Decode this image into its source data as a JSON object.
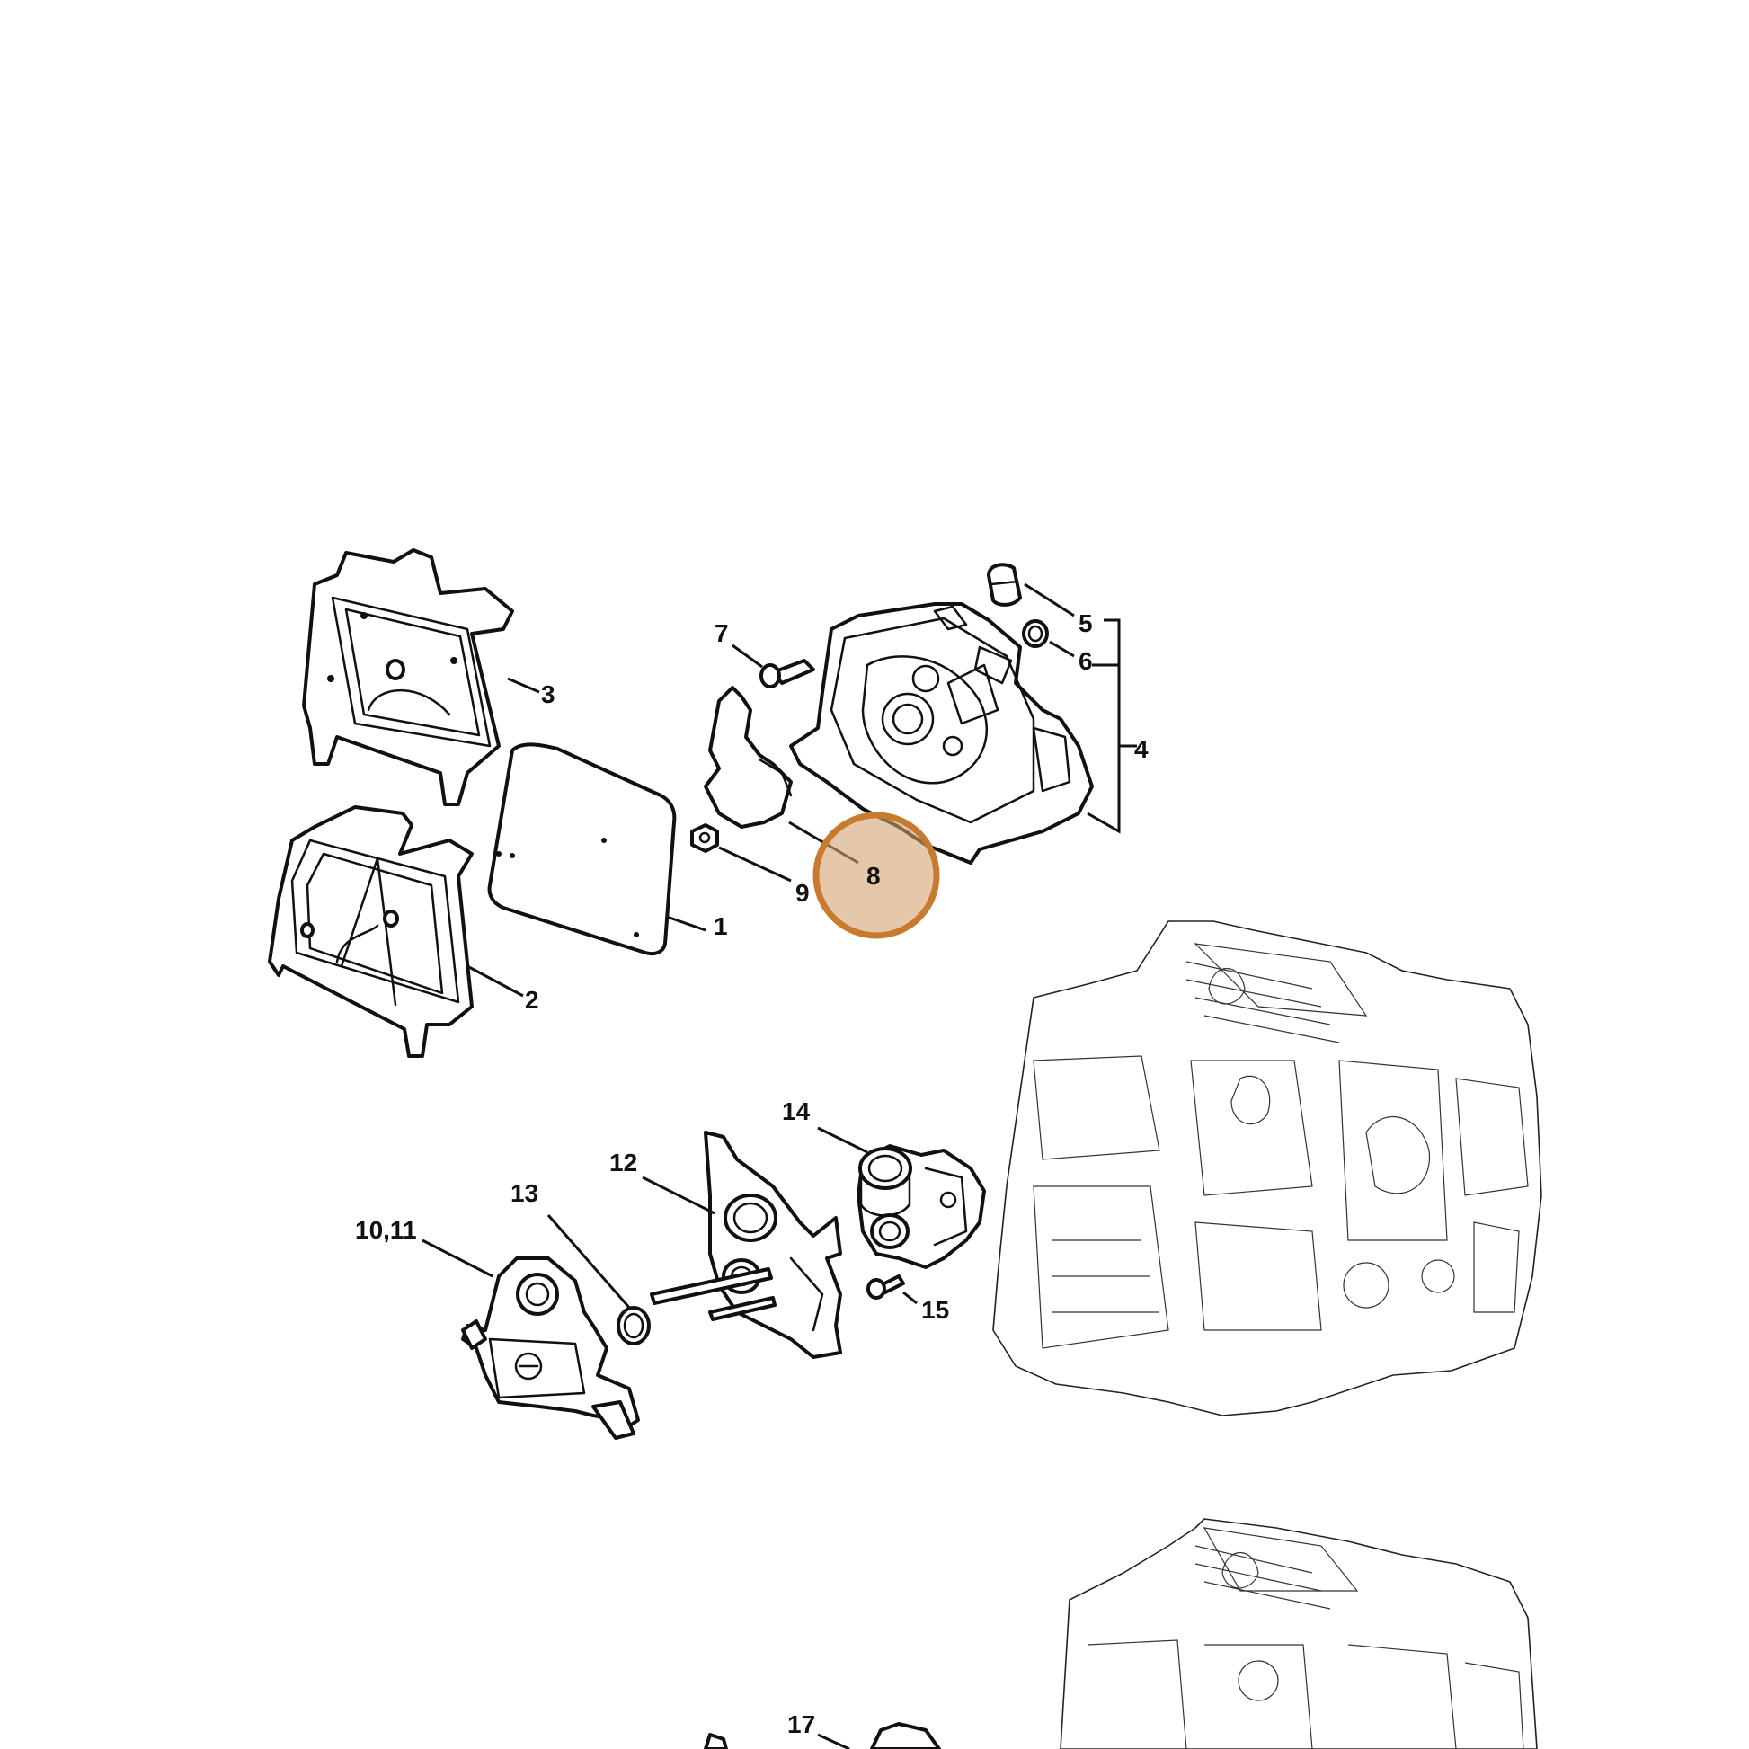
{
  "diagram": {
    "callouts": [
      {
        "id": "c1",
        "label": "1"
      },
      {
        "id": "c2",
        "label": "2"
      },
      {
        "id": "c3",
        "label": "3"
      },
      {
        "id": "c4",
        "label": "4"
      },
      {
        "id": "c5",
        "label": "5"
      },
      {
        "id": "c6",
        "label": "6"
      },
      {
        "id": "c7",
        "label": "7"
      },
      {
        "id": "c8",
        "label": "8"
      },
      {
        "id": "c9",
        "label": "9"
      },
      {
        "id": "c10_11",
        "label": "10,11"
      },
      {
        "id": "c12",
        "label": "12"
      },
      {
        "id": "c13",
        "label": "13"
      },
      {
        "id": "c14",
        "label": "14"
      },
      {
        "id": "c15",
        "label": "15"
      },
      {
        "id": "c17",
        "label": "17"
      }
    ],
    "highlight": {
      "target": "8",
      "color": "#d4a373",
      "ring_color": "#c87a2e"
    }
  }
}
